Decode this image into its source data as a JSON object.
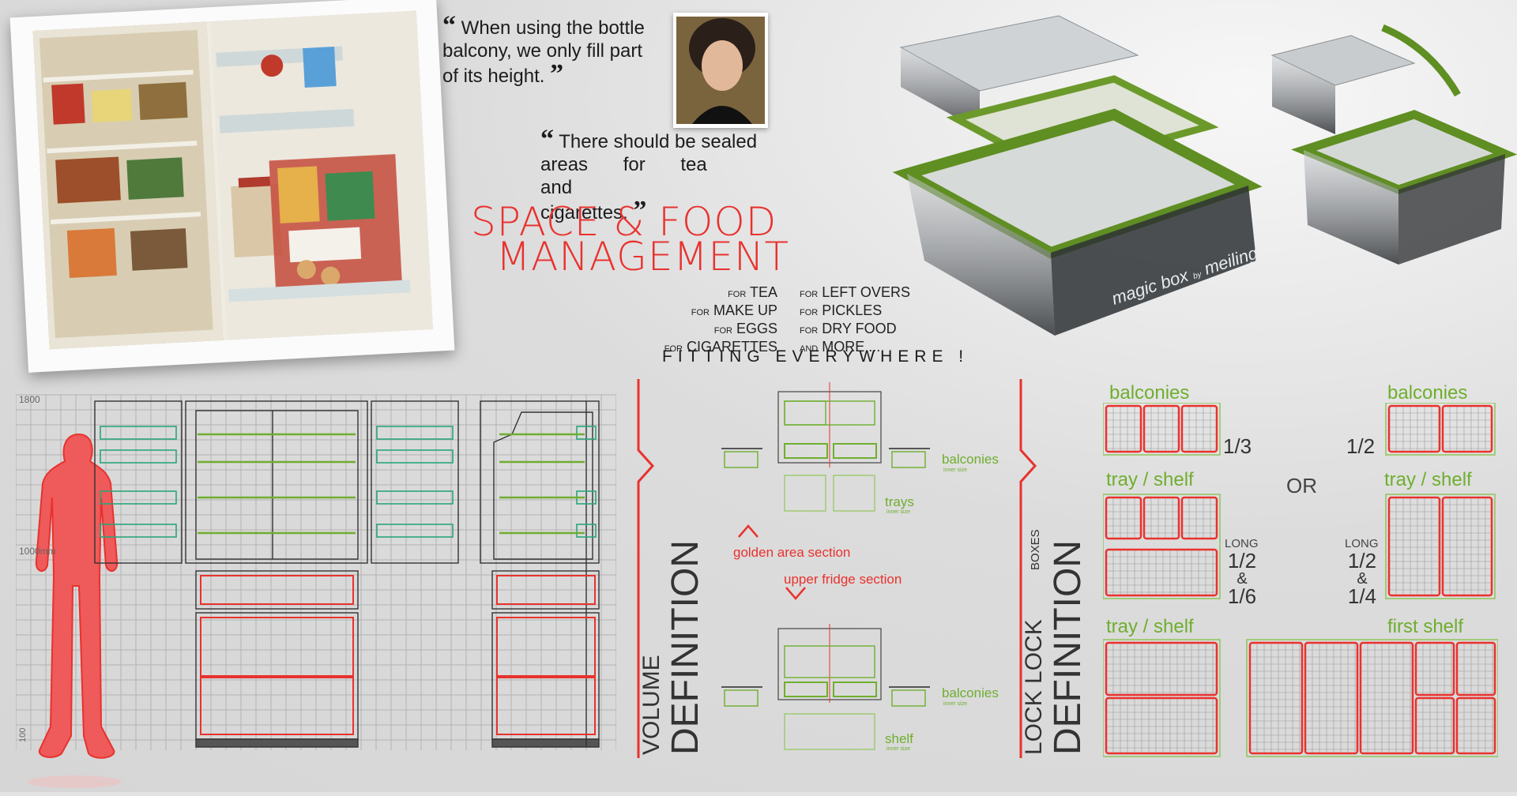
{
  "quotes": {
    "q1": [
      "When using the bottle",
      "balcony, we only fill part",
      "of its height."
    ],
    "q2": [
      "There should be sealed",
      "areas for tea and",
      "cigarettes."
    ]
  },
  "title": {
    "line1": "SPACE & FOOD",
    "line2": "MANAGEMENT"
  },
  "uses": {
    "left": [
      {
        "pre": "FOR",
        "item": "TEA"
      },
      {
        "pre": "FOR",
        "item": "MAKE UP"
      },
      {
        "pre": "FOR",
        "item": "EGGS"
      },
      {
        "pre": "FOR",
        "item": "CIGARETTES"
      }
    ],
    "right": [
      {
        "pre": "FOR",
        "item": "LEFT OVERS"
      },
      {
        "pre": "FOR",
        "item": "PICKLES"
      },
      {
        "pre": "FOR",
        "item": "DRY FOOD"
      },
      {
        "pre": "AND",
        "item": "MORE ..."
      }
    ],
    "fitting": "FITTING EVERYWHERE !"
  },
  "product": {
    "brand_front": "magic box",
    "brand_by": "by",
    "brand_name": "meiling"
  },
  "grid": {
    "label_top": "1800",
    "label_mid": "1000mm",
    "label_bottom": "100"
  },
  "volume": {
    "title_small": "VOLUME",
    "title_big": "DEFINITION",
    "golden": "golden area section",
    "upper": "upper fridge section",
    "balconies": "balconies",
    "inner_size": "inner size",
    "trays": "trays",
    "shelf": "shelf"
  },
  "boxes": {
    "title_small": "LOCK LOCK",
    "title_tiny": "BOXES",
    "title_big": "DEFINITION",
    "balconies": "balconies",
    "tray_shelf": "tray / shelf",
    "first_shelf": "first shelf",
    "or": "OR",
    "frac_13": "1/3",
    "frac_12": "1/2",
    "long": "LONG",
    "long_a": [
      "1/2",
      "&",
      "1/6"
    ],
    "long_b": [
      "1/2",
      "&",
      "1/4"
    ]
  },
  "colors": {
    "accent_red": "#e8322e",
    "accent_green": "#6fae2f",
    "teal": "#2aa57a"
  }
}
